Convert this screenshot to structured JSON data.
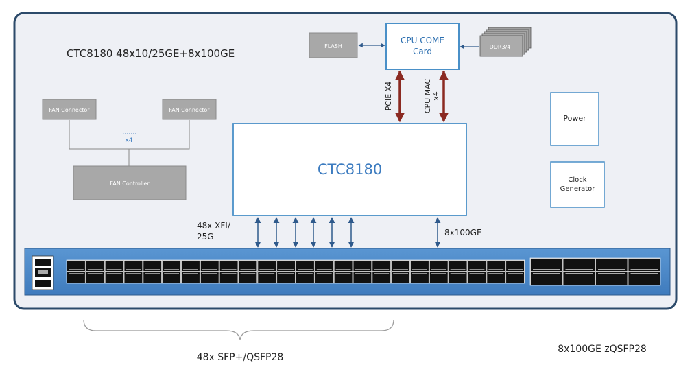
{
  "diagram": {
    "title": "CTC8180 48x10/25GE+8x100GE",
    "blocks": {
      "flash": "FLASH",
      "cpu_line1": "CPU COME",
      "cpu_line2": "Card",
      "ddr": "DDR3/4",
      "fan_connector_left": "FAN Connector",
      "fan_connector_right": "FAN Connector",
      "fan_multiplier": "x4",
      "fan_controller": "FAN Controller",
      "asic": "CTC8180",
      "power": "Power",
      "clock_line1": "Clock",
      "clock_line2": "Generator"
    },
    "links": {
      "pcie": "PCIE X4",
      "cpu_mac_line1": "CPU MAC",
      "cpu_mac_line2": "x4",
      "xfi_line1": "48x XFI/",
      "xfi_line2": "25G",
      "hundred_ge": "8x100GE"
    },
    "ports": {
      "sfp_label": "48x SFP+/QSFP28",
      "qsfp_label": "8x100GE zQSFP28",
      "sfp_count": 48,
      "qsfp_count": 8
    },
    "colors": {
      "frame": "#2c4a6a",
      "board": "#eef0f5",
      "cpu_border": "#4a90c8",
      "asic_text": "#3d7cc0",
      "gray_block": "#a8a8a8",
      "arrow_red": "#8b2a22",
      "arrow_blue": "#2f5a8c",
      "port_bar": "#4a86c6"
    }
  }
}
